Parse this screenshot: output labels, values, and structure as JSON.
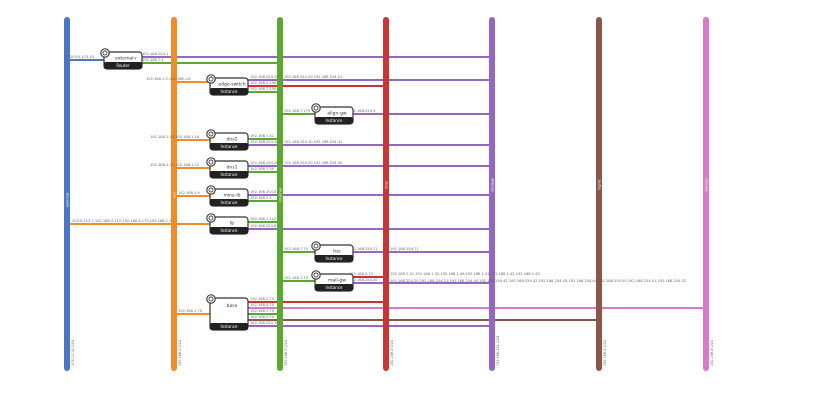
{
  "networks": [
    {
      "name": "external",
      "cidr": "203.0.113.0/24",
      "color": "#4a76c4"
    },
    {
      "name": "lan",
      "cidr": "192.168.1.0/24",
      "color": "#f08c2a"
    },
    {
      "name": "internal",
      "cidr": "192.168.7.0/24",
      "color": "#5aa832"
    },
    {
      "name": "dmz",
      "cidr": "192.168.2.0/24",
      "color": "#c93434"
    },
    {
      "name": "storage",
      "cidr": "192.168.254.0/24",
      "color": "#9467c4"
    },
    {
      "name": "mgmt",
      "cidr": "192.168.3.0/24",
      "color": "#8c564b"
    },
    {
      "name": "backup",
      "cidr": "192.168.4.0/24",
      "color": "#d879c9"
    }
  ],
  "nodes": [
    {
      "title": "external-r",
      "type": "Router"
    },
    {
      "title": "edge-switch",
      "type": "Instance"
    },
    {
      "title": "align-gw",
      "type": "Instance"
    },
    {
      "title": "dns2",
      "type": "Instance"
    },
    {
      "title": "dns1",
      "type": "Instance"
    },
    {
      "title": "mine-lb",
      "type": "Instance"
    },
    {
      "title": "lb",
      "type": "Instance"
    },
    {
      "title": "hss",
      "type": "Instance"
    },
    {
      "title": "mail-gw",
      "type": "Instance"
    },
    {
      "title": "base",
      "type": "Instance"
    }
  ],
  "port_labels": {
    "router_ext": "203.0.113.10",
    "router_a": "192.168.254.1",
    "router_b": "192.168.7.1",
    "edge_in": "192.168.1.5,192.168.1.6",
    "edge_a": "192.168.254.20",
    "edge_b": "192.168.2.250",
    "edge_c": "192.168.7.250",
    "edge_far": "192.168.254.20,192.168.254.21",
    "align_in": "192.168.7.175",
    "align_a": "192.168.254.3",
    "dns2_in": "192.168.1.15,192.168.1.16",
    "dns2_a": "192.168.7.31",
    "dns2_b": "192.168.254.10",
    "dns2_far": "192.168.254.10,192.168.254.31",
    "dns1_in": "192.168.1.11,192.168.1.12",
    "dns1_a": "192.168.254.20",
    "dns1_b": "192.168.7.30",
    "dns1_far": "192.168.254.20,192.168.254.40",
    "minelb_in": "192.168.1.9",
    "minelb_a": "192.168.254.5",
    "minelb_b": "192.168.7.5",
    "lb_in": "203.0.113.7,192.168.4.112,192.168.4.170,192.168.1.7",
    "lb_a": "192.168.7.110",
    "lb_b": "192.168.254.8",
    "hss_in": "192.168.7.70",
    "hss_a": "192.168.254.71",
    "hss_far": "192.168.254.71",
    "mailgw_in": "192.168.7.72",
    "mailgw_a": "192.168.2.75",
    "mailgw_b": "192.168.254.30",
    "mailgw_far1": "192.168.1.31,192.168.1.32,192.168.1.40,192.168.1.41,192.168.1.42,192.168.1.43",
    "mailgw_far2": "192.168.254.20,192.168.254.21,192.168.254.40,192.168.254.41,192.168.254.42,192.168.254.43,192.168.254.44,192.168.254.50,192.168.254.51,192.168.254.52",
    "base_in": "192.168.1.70",
    "base_a": "192.168.2.70",
    "base_b": "192.168.4.70",
    "base_c": "192.168.7.70",
    "base_d": "192.168.3.70",
    "base_e": "192.168.254.70"
  }
}
